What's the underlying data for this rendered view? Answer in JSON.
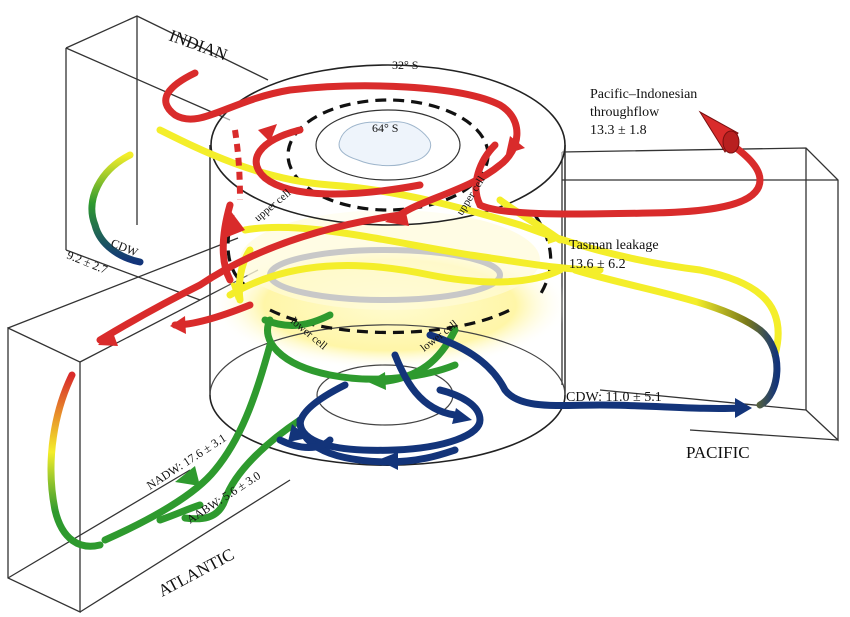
{
  "labels": {
    "indian": "INDIAN",
    "pacific": "PACIFIC",
    "atlantic": "ATLANTIC",
    "lat_outer": "32° S",
    "lat_inner": "64° S",
    "throughflow_line1": "Pacific–Indonesian",
    "throughflow_line2": "throughflow",
    "throughflow_value": "13.3 ± 1.8",
    "tasman_line1": "Tasman leakage",
    "tasman_value": "13.6 ± 6.2",
    "cdw_pacific": "CDW: 11.0 ± 5.1",
    "cdw_indian": "CDW",
    "cdw_indian_value": "9.2 ± 2.7",
    "nadw": "NADW: 17.6 ± 3.1",
    "aabw": "AABW: 5.6 ± 3.0",
    "upper_cell": "upper cell",
    "lower_cell": "lower cell"
  },
  "colors": {
    "surface": "#d92b2b",
    "intermediate": "#f4ee2a",
    "deep": "#2e9a2e",
    "bottom": "#13347a",
    "box_line": "#333333"
  },
  "icons": {
    "antarctica": "antarctica-shape"
  }
}
